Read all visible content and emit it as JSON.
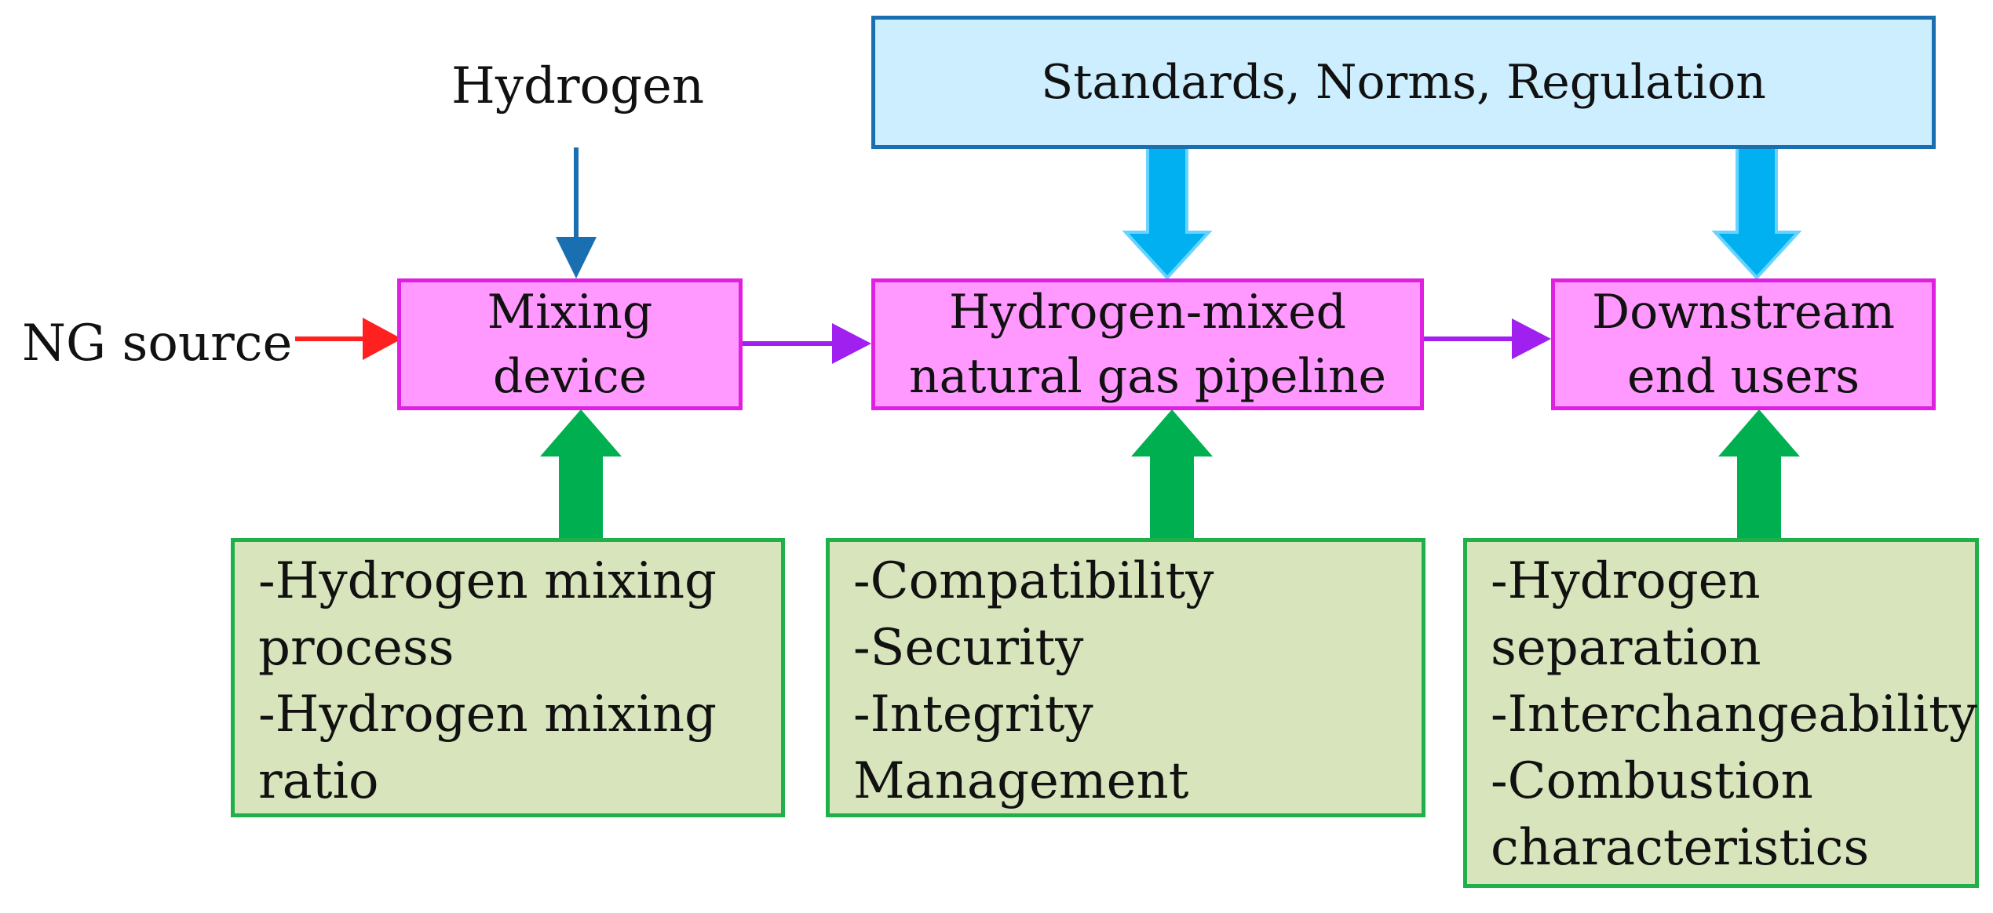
{
  "inputs": {
    "hydrogen": "Hydrogen",
    "ng_source": "NG source"
  },
  "standards_box": {
    "label": "Standards, Norms, Regulation"
  },
  "process": {
    "mixing_device": [
      "Mixing",
      "device"
    ],
    "pipeline": [
      "Hydrogen-mixed",
      "natural gas pipeline"
    ],
    "end_users": [
      "Downstream",
      "end users"
    ]
  },
  "concerns": {
    "mixing": [
      "-Hydrogen mixing",
      "process",
      "-Hydrogen mixing",
      "ratio"
    ],
    "pipeline": [
      "-Compatibility",
      "-Security",
      "-Integrity",
      "Management"
    ],
    "end_users": [
      "-Hydrogen",
      "separation",
      "-Interchangeability",
      "-Combustion",
      "characteristics"
    ]
  },
  "colors": {
    "process_fill": "#ff99ff",
    "process_border": "#e020e0",
    "standards_fill": "#cceeff",
    "standards_border": "#1a6fb0",
    "concern_fill": "#d8e4bc",
    "concern_border": "#1fb04a",
    "ng_arrow": "#ff2020",
    "hydrogen_arrow": "#1a6fb0",
    "flow_arrow": "#a020f0",
    "standards_arrow": "#00b0f0",
    "concern_arrow": "#00b050"
  }
}
